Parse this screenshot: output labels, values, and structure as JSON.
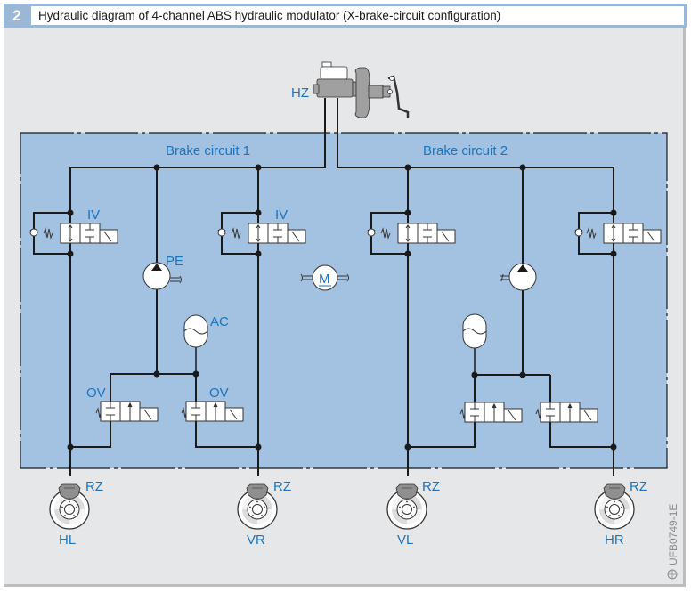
{
  "figure": {
    "number": "2",
    "title": "Hydraulic diagram of 4-channel ABS hydraulic modulator (X-brake-circuit configuration)",
    "code": "UFB0749-1E"
  },
  "labels": {
    "master_cylinder": "HZ",
    "circuit1": "Brake circuit 1",
    "circuit2": "Brake circuit 2",
    "inlet_valve": "IV",
    "outlet_valve": "OV",
    "return_pump": "PE",
    "accumulator": "AC",
    "motor": "M",
    "wheel_cylinder": "RZ"
  },
  "wheels": [
    {
      "id": "HL",
      "caliper": "RZ"
    },
    {
      "id": "VR",
      "caliper": "RZ"
    },
    {
      "id": "VL",
      "caliper": "RZ"
    },
    {
      "id": "HR",
      "caliper": "RZ"
    }
  ],
  "colors": {
    "accent": "#1a74bf",
    "module_bg": "#a3c1e0",
    "frame_bg": "#e6e7e9",
    "header_bar": "#9ab7d8",
    "line": "#1a1a1a"
  }
}
